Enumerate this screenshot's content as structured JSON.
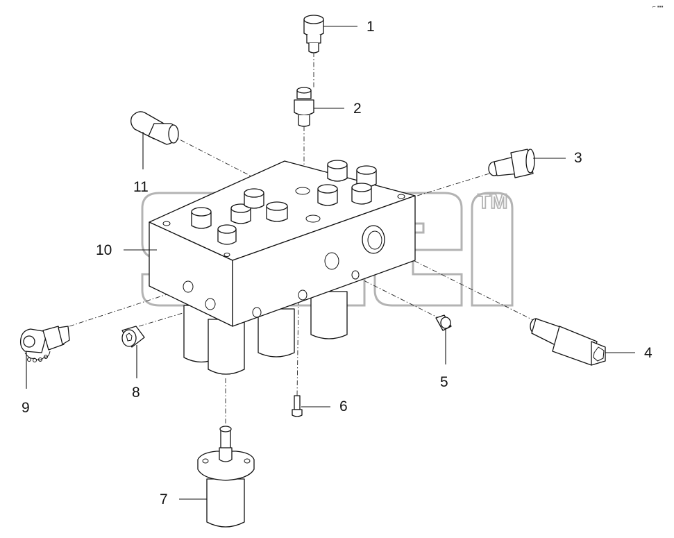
{
  "callouts": {
    "c1": "1",
    "c2": "2",
    "c3": "3",
    "c4": "4",
    "c5": "5",
    "c6": "6",
    "c7": "7",
    "c8": "8",
    "c9": "9",
    "c10": "10",
    "c11": "11"
  },
  "watermark": {
    "trademark": "TM"
  },
  "corner_mark": "⌐ ▪▪▪",
  "colors": {
    "line": "#111111",
    "watermark": "#b3b3b3",
    "background": "#ffffff"
  }
}
